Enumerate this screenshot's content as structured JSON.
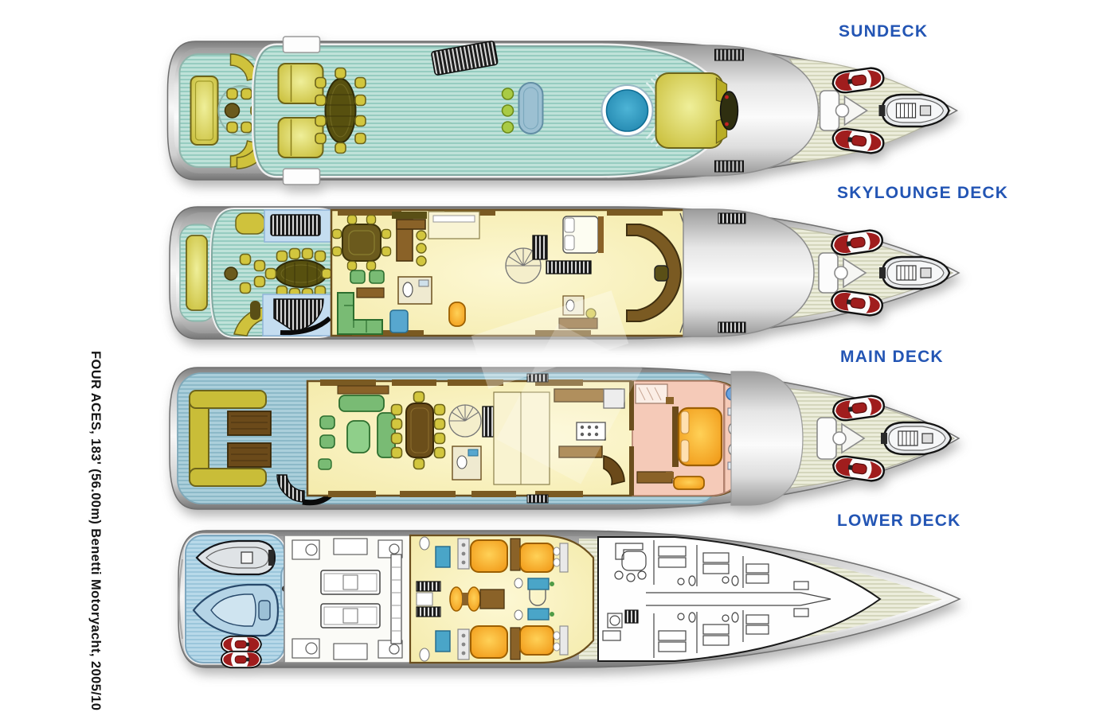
{
  "caption": "FOUR ACES, 183' (56.00m) Benetti Motoryacht, 2005/10",
  "decks": [
    {
      "id": "sundeck",
      "label": "SUNDECK",
      "features": [
        "aft-sunpad-terrace",
        "cocktail-table-with-chairs",
        "curved-settees",
        "twin-sun-pads",
        "oval-dining-table-for-eight",
        "wet-bar-with-three-stools",
        "jacuzzi-spa-pool",
        "forward-sun-pad",
        "radar-mast",
        "stair-hatch",
        "foredeck-with-two-jetskis-and-tender"
      ]
    },
    {
      "id": "skylounge-deck",
      "label": "SKYLOUNGE DECK",
      "features": [
        "aft-deck-dining-table-for-ten",
        "corner-settees",
        "stair-lobbies",
        "games-table",
        "bar-with-stools",
        "lounge-L-sofa-and-armchairs",
        "day-head",
        "spiral-staircase",
        "pantry",
        "captains-cabin",
        "ships-office",
        "wheelhouse-helm-console",
        "foredeck-with-two-jetskis-and-tender"
      ]
    },
    {
      "id": "main-deck",
      "label": "MAIN DECK",
      "features": [
        "aft-deck-C-settee-with-twin-tables",
        "curved-aft-stair",
        "main-salon-sofas-and-coffee-table",
        "dining-table-for-ten",
        "lobby-spiral-staircase",
        "day-head",
        "galley-with-breakfast-bar",
        "owners-study",
        "owners-stateroom-king-bed",
        "owners-bathroom-with-tub",
        "foredeck-with-two-jetskis-and-tender"
      ]
    },
    {
      "id": "lower-deck",
      "label": "LOWER DECK",
      "features": [
        "tender-garage-with-tender-and-two-jetskis",
        "transom-door",
        "engine-room-twin-engines",
        "four-guest-staterooms-double-beds",
        "guest-bathrooms",
        "central-lobby-staircase",
        "crew-mess",
        "crew-cabins-with-bunks",
        "crew-laundry",
        "forepeak"
      ]
    }
  ],
  "colors": {
    "deck_label": "#2355b4",
    "caption_text": "#141414",
    "teak_teal": "#bfe2d9",
    "teak_blue": "#abcfdb",
    "foredeck_beige": "#eceddb",
    "garage_blue": "#b8d9e9",
    "interior_cream": "#f8f1bc",
    "owner_suite_pink": "#f5cab8",
    "furniture_olive": "#c9bd3a",
    "furniture_green": "#79bb74",
    "furniture_orange": "#f5a623",
    "wood_brown": "#8a6228",
    "jacuzzi_blue": "#2d9ec6",
    "jetski_red": "#a01d1d",
    "hull_gray": "#c9c9c9"
  }
}
